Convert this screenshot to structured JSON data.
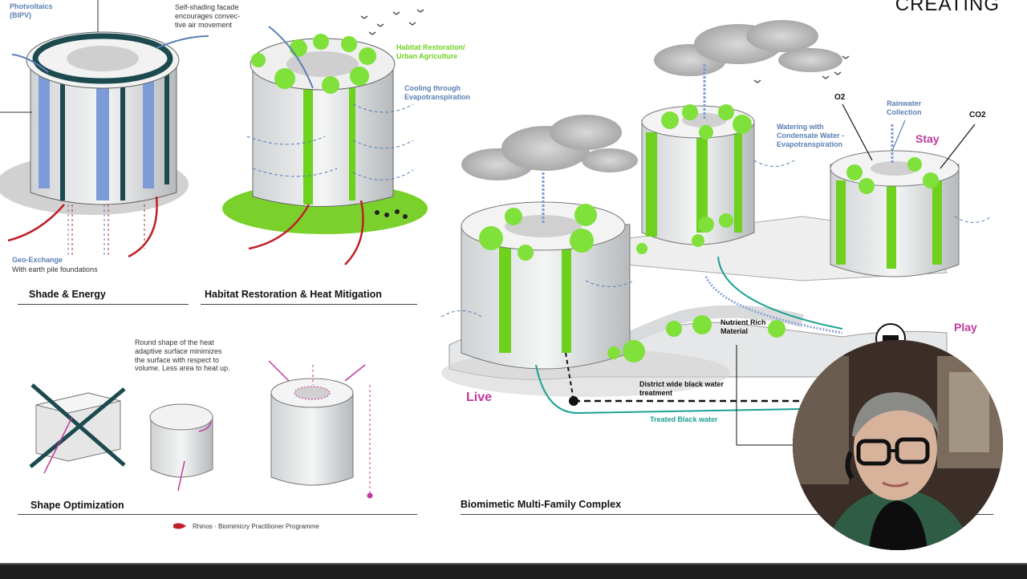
{
  "brand": {
    "header_text": "CREATING"
  },
  "panels": {
    "shade_energy": {
      "title": "Shade & Energy",
      "bipv_label": "Photvoltaics\n(BIPV)",
      "facade_label": "Self-shading facade\nencourages convec-\ntive air movement",
      "geo_title": "Geo-Exchange",
      "geo_sub": "With earth pile foundations"
    },
    "habitat": {
      "title": "Habitat Restoration & Heat Mitigation",
      "restoration_label": "Habitat Restoration/\nUrban Agriculture",
      "cooling_label": "Cooling through\nEvapotranspiration"
    },
    "shape": {
      "title": "Shape Optimization",
      "description": "Round shape of the heat\nadaptive surface minimizes\nthe surface with respect to\nvolume. Less area to heat up."
    },
    "complex": {
      "title": "Biomimetic Multi-Family Complex",
      "o2": "O2",
      "co2": "CO2",
      "rainwater": "Rainwater\nCollection",
      "watering": "Watering with\nCondensate Water -\nEvapotranspiration",
      "stay": "Stay",
      "play": "Play",
      "live": "Live",
      "nutrient": "Nutrient Rich\nMaterial",
      "district": "District wide black water\ntreatment",
      "treated": "Treated Black water"
    }
  },
  "footer": {
    "credit": "Rhinos - Biomimicry Practitioner Programme"
  },
  "webcam": {
    "description_icon": "presenter-video-icon"
  },
  "colors": {
    "green": "#6ed11e",
    "blue_label": "#5a7fb5",
    "magenta": "#c1399b",
    "teal": "#1aa191",
    "red_arrow": "#c0202a",
    "panel_blue": "#7d9bd6",
    "dark_teal": "#1d4a4f"
  }
}
